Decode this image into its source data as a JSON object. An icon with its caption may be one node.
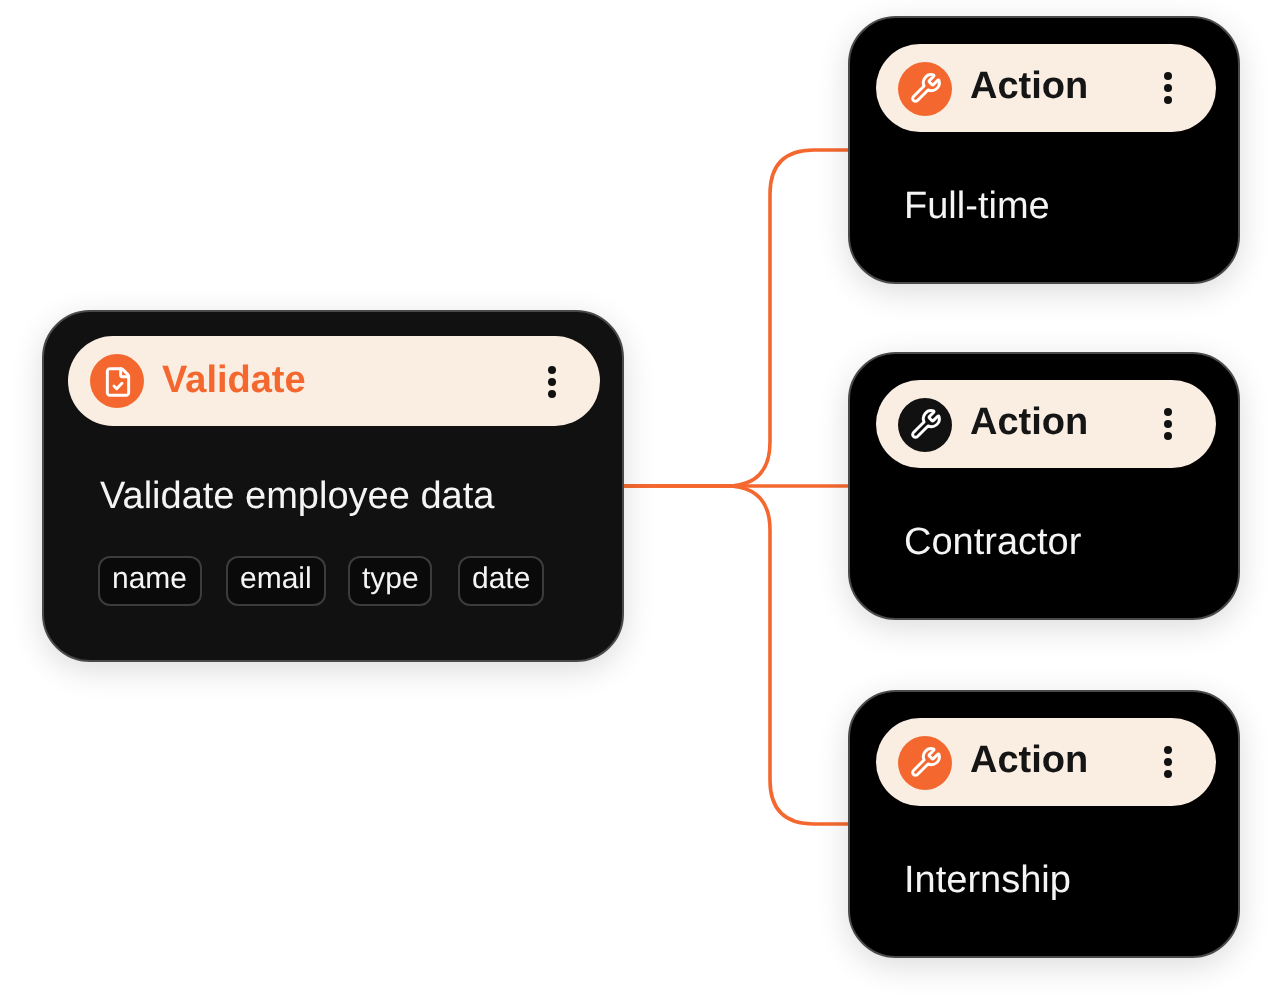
{
  "diagram": {
    "nodes": [
      {
        "text": [
          "Validate employee data"
        ]
      },
      {
        "text": [
          "Validate"
        ],
        "in": 0
      },
      {
        "text": [
          "name"
        ],
        "in": 0
      },
      {
        "text": [
          "email"
        ],
        "in": 0
      },
      {
        "text": [
          "type"
        ],
        "in": 0
      },
      {
        "text": [
          "date"
        ],
        "in": 0
      },
      {
        "text": [
          "Full-time"
        ]
      },
      {
        "text": [
          "Action"
        ],
        "in": 6
      },
      {
        "text": [
          "Contractor"
        ]
      },
      {
        "text": [
          "Action"
        ],
        "in": 8
      },
      {
        "text": [
          "Internship"
        ]
      },
      {
        "text": [
          "Action"
        ],
        "in": 10
      }
    ],
    "edges": [
      {
        "from": 0,
        "to": 6,
        "arrow": "none"
      },
      {
        "from": 0,
        "to": 8,
        "arrow": "none"
      },
      {
        "from": 0,
        "to": 10,
        "arrow": "none"
      }
    ]
  }
}
